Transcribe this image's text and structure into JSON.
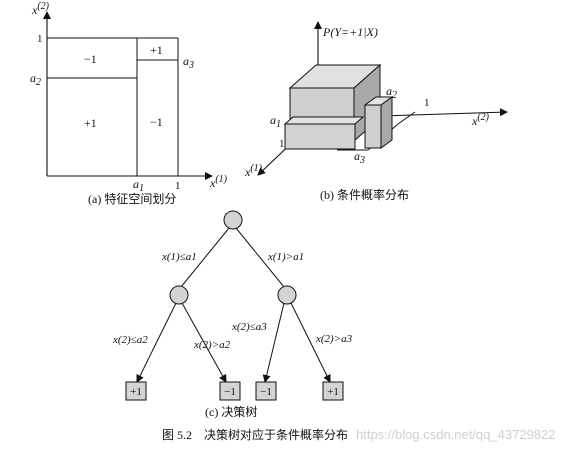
{
  "panel_a": {
    "y_axis_label": "x",
    "y_axis_sup": "(2)",
    "x_axis_label": "x",
    "x_axis_sup": "(1)",
    "tick_1_left": "1",
    "tick_a2": "a",
    "tick_a2_sub": "2",
    "tick_a1": "a",
    "tick_a1_sub": "1",
    "tick_1_bottom": "1",
    "tick_a3": "a",
    "tick_a3_sub": "3",
    "region_top_left": "−1",
    "region_bottom_left": "+1",
    "region_top_right": "+1",
    "region_bottom_right": "−1",
    "caption": "(a) 特征空间划分"
  },
  "panel_b": {
    "z_axis_label": "P(Y=+1|X)",
    "x2_axis_label": "x",
    "x2_axis_sup": "(2)",
    "x1_axis_label": "x",
    "x1_axis_sup": "(1)",
    "tick_a1": "a",
    "tick_a1_sub": "1",
    "tick_a2": "a",
    "tick_a2_sub": "2",
    "tick_a3": "a",
    "tick_a3_sub": "3",
    "tick_1_right": "1",
    "tick_1_left": "1",
    "caption": "(b) 条件概率分布"
  },
  "panel_c": {
    "edge_left_root": "x(1)≤a1",
    "edge_right_root": "x(1)>a1",
    "edge_ll": "x(2)≤a2",
    "edge_lr": "x(2)>a2",
    "edge_rl": "x(2)≤a3",
    "edge_rr": "x(2)>a3",
    "leaf_1": "+1",
    "leaf_2": "−1",
    "leaf_3": "−1",
    "leaf_4": "+1",
    "caption": "(c) 决策树"
  },
  "figure_caption": "图 5.2　决策树对应于条件概率分布",
  "watermark": "https://blog.csdn.net/qq_43729822"
}
